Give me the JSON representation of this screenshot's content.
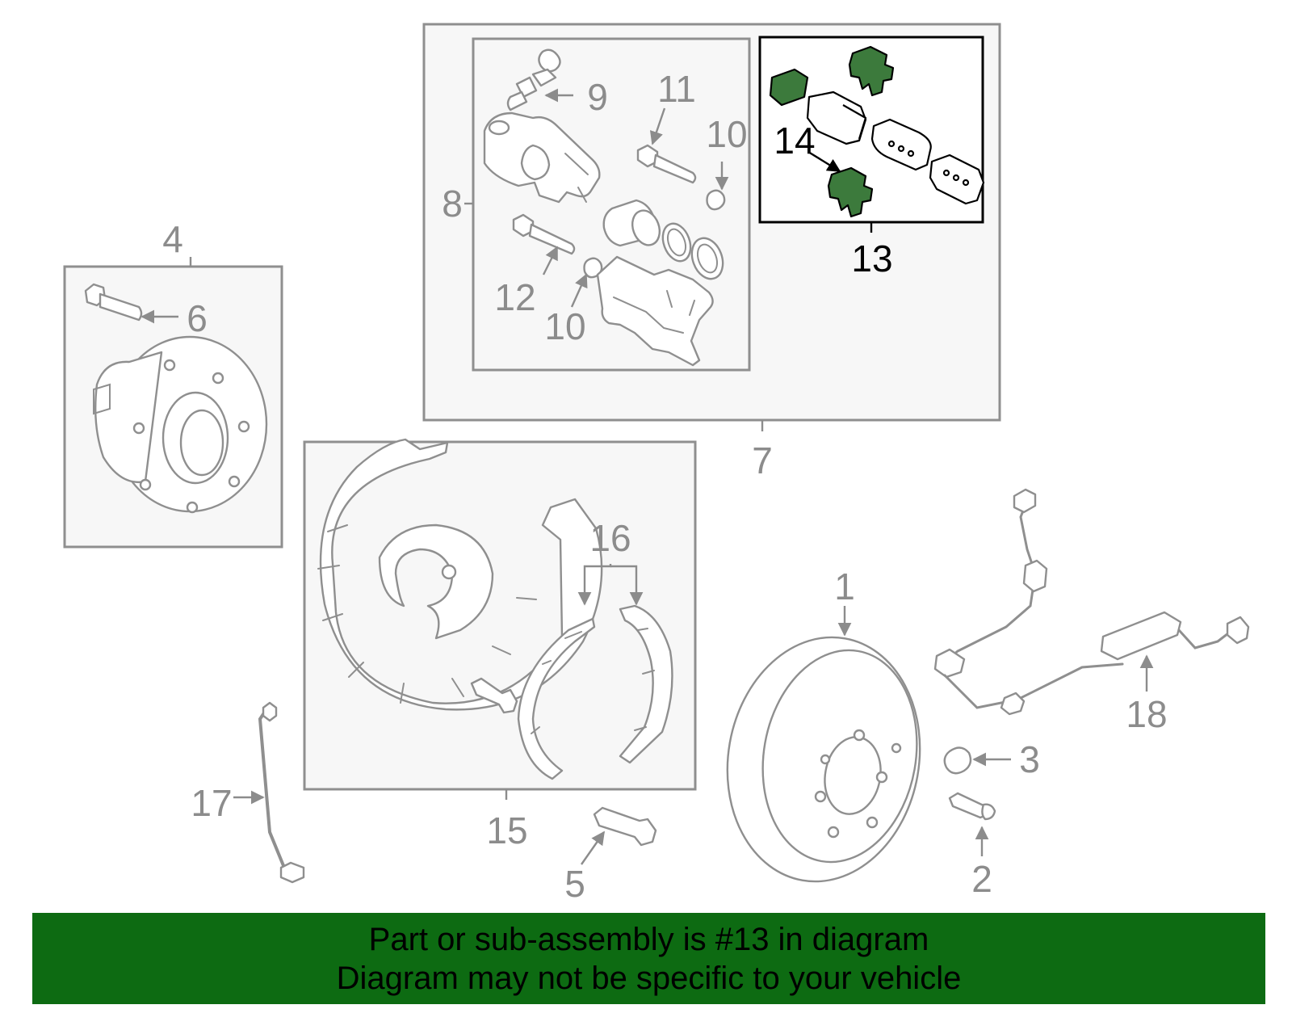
{
  "callouts": {
    "c1": "1",
    "c2": "2",
    "c3": "3",
    "c4": "4",
    "c5": "5",
    "c6": "6",
    "c7": "7",
    "c8": "8",
    "c9": "9",
    "c10a": "10",
    "c10b": "10",
    "c11": "11",
    "c12": "12",
    "c13": "13",
    "c14": "14",
    "c15": "15",
    "c16": "16",
    "c17": "17",
    "c18": "18"
  },
  "highlight": {
    "part_number": "13",
    "color": "#3c7a3c"
  },
  "footer": {
    "line1": "Part or sub-assembly is #13 in diagram",
    "line2": "Diagram may not be specific to your vehicle",
    "background": "#0d6b12"
  }
}
